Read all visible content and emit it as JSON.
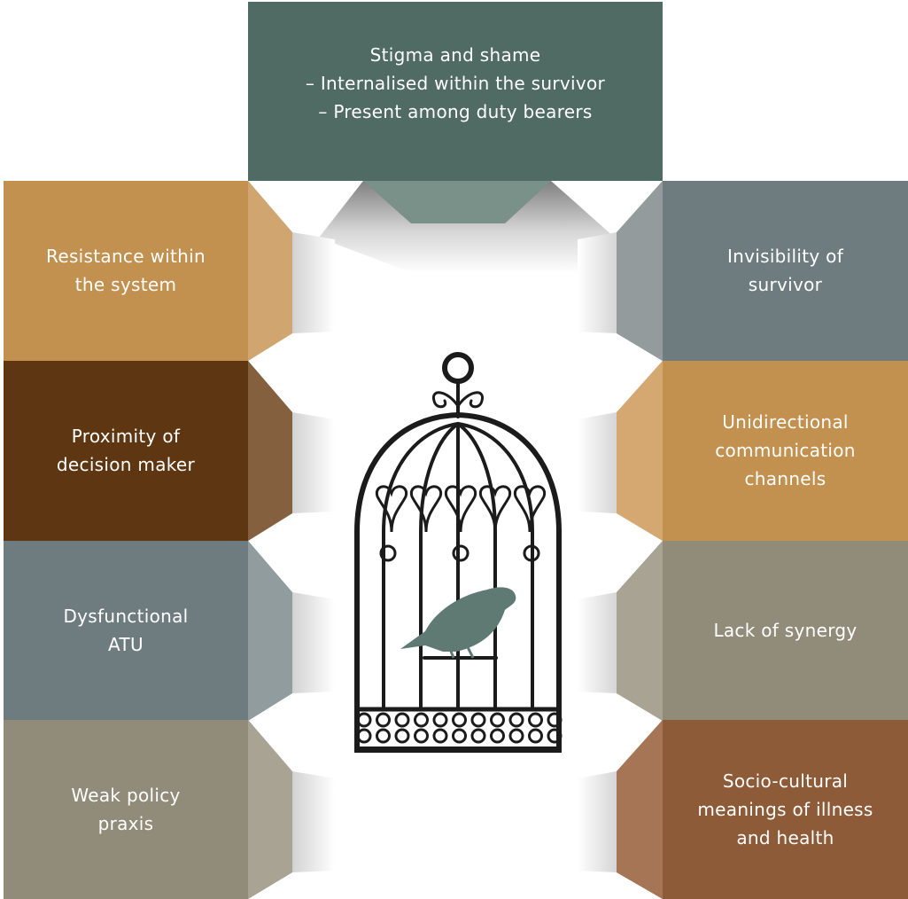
{
  "top": {
    "lines": [
      "Stigma and shame",
      "– Internalised within the survivor",
      "– Present among duty bearers"
    ],
    "color": "#4f6b63",
    "face": "#7a918a"
  },
  "left": [
    {
      "lines": [
        "Resistance within",
        "the system"
      ],
      "color": "#c2904f",
      "face": "#d0a56f"
    },
    {
      "lines": [
        "Proximity of",
        "decision maker"
      ],
      "color": "#5e3712",
      "face": "#85603e"
    },
    {
      "lines": [
        "Dysfunctional",
        "ATU"
      ],
      "color": "#6e7c7f",
      "face": "#919c9e"
    },
    {
      "lines": [
        "Weak policy",
        "praxis"
      ],
      "color": "#918b79",
      "face": "#a9a393"
    }
  ],
  "right": [
    {
      "lines": [
        "Invisibility of",
        "survivor"
      ],
      "color": "#6e7c7f",
      "face": "#939b9c"
    },
    {
      "lines": [
        "Unidirectional",
        "communication",
        "channels"
      ],
      "color": "#c2904f",
      "face": "#d4a870"
    },
    {
      "lines": [
        "Lack of synergy"
      ],
      "color": "#918b79",
      "face": "#a9a393"
    },
    {
      "lines": [
        "Socio-cultural",
        "meanings of illness",
        "and health"
      ],
      "color": "#8e5b38",
      "face": "#a57556"
    }
  ],
  "cage": {
    "color": "#1b1b1b",
    "bird_color": "#5e7a73"
  }
}
